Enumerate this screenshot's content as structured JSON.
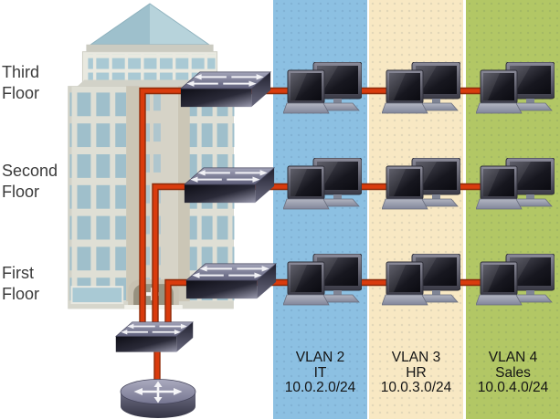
{
  "floors": [
    {
      "id": "third",
      "label_lines": [
        "Third",
        "Floor"
      ]
    },
    {
      "id": "second",
      "label_lines": [
        "Second",
        "Floor"
      ]
    },
    {
      "id": "first",
      "label_lines": [
        "First",
        "Floor"
      ]
    }
  ],
  "vlans": [
    {
      "title": "VLAN 2",
      "department": "IT",
      "subnet": "10.0.2.0/24",
      "column_color": "#8CC0E2"
    },
    {
      "title": "VLAN 3",
      "department": "HR",
      "subnet": "10.0.3.0/24",
      "column_color": "#F8E8C3"
    },
    {
      "title": "VLAN 4",
      "department": "Sales",
      "subnet": "10.0.4.0/24",
      "column_color": "#B2C765"
    }
  ],
  "icons": {
    "access_switch": "workgroup-switch-icon",
    "distribution_switch": "workgroup-switch-icon",
    "router": "router-icon",
    "workstation": "laptop-and-desktop-icon",
    "building": "office-building-illustration"
  },
  "colors": {
    "link": "#D93B0D",
    "link_edge": "#8E2A08",
    "background": "#FFFFFF",
    "floor_label_text": "#3B3B3B",
    "vlan_label_text": "#141414"
  }
}
